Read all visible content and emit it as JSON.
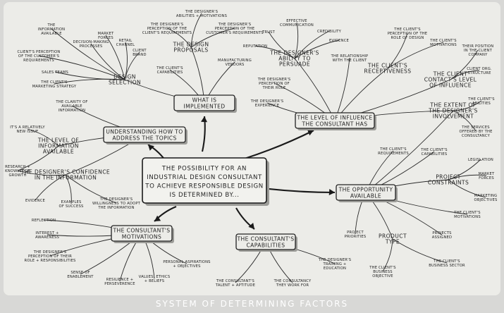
{
  "caption": "System of determining factors",
  "main": {
    "lines": [
      "The possibility for an",
      "industrial design consultant",
      "to achieve responsible design",
      "is determined by..."
    ]
  },
  "hubs": [
    {
      "id": "implemented",
      "lines": [
        "What is",
        "implemented"
      ]
    },
    {
      "id": "influence",
      "lines": [
        "The level of influence",
        "the consultant has"
      ]
    },
    {
      "id": "opportunity",
      "lines": [
        "The opportunity",
        "available"
      ]
    },
    {
      "id": "capabilities",
      "lines": [
        "The consultant's",
        "capabilities"
      ]
    },
    {
      "id": "motivations",
      "lines": [
        "The consultant's",
        "motivations"
      ]
    },
    {
      "id": "understanding",
      "lines": [
        "Understanding how to",
        "address the topics"
      ]
    }
  ],
  "subhubs": [
    {
      "id": "design-selection",
      "lines": [
        "Design",
        "selection"
      ]
    },
    {
      "id": "design-proposals",
      "lines": [
        "The design",
        "proposals"
      ]
    },
    {
      "id": "ability-persuade",
      "lines": [
        "The designer's",
        "ability to",
        "persuade"
      ]
    },
    {
      "id": "receptiveness",
      "lines": [
        "The client's",
        "receptiveness"
      ]
    },
    {
      "id": "contact-influence",
      "lines": [
        "The client",
        "contact's level",
        "of influence"
      ]
    },
    {
      "id": "designer-involvement",
      "lines": [
        "The extent of",
        "the designer's",
        "involvement"
      ]
    },
    {
      "id": "project-constraints",
      "lines": [
        "Project",
        "constraints"
      ]
    },
    {
      "id": "product-type",
      "lines": [
        "Product",
        "type"
      ]
    },
    {
      "id": "level-information",
      "lines": [
        "The level of",
        "information",
        "available"
      ]
    },
    {
      "id": "designer-confidence",
      "lines": [
        "The designer's confidence",
        "in the information"
      ]
    }
  ],
  "leaves": [
    {
      "id": "info-available",
      "lines": [
        "The",
        "information",
        "available"
      ]
    },
    {
      "id": "market-forces",
      "lines": [
        "Market",
        "forces"
      ]
    },
    {
      "id": "decision-making",
      "lines": [
        "Decision-making",
        "processes"
      ]
    },
    {
      "id": "retail-channel",
      "lines": [
        "Retail",
        "channel"
      ]
    },
    {
      "id": "client-brand",
      "lines": [
        "Client",
        "brand"
      ]
    },
    {
      "id": "client-perception-req",
      "lines": [
        "Client's perception",
        "of the customer's",
        "requirements"
      ]
    },
    {
      "id": "sales-teams",
      "lines": [
        "Sales teams"
      ]
    },
    {
      "id": "marketing-strategy",
      "lines": [
        "The client's",
        "marketing strategy"
      ]
    },
    {
      "id": "abilities-motivations",
      "lines": [
        "The designer's",
        "abilities + motivations"
      ]
    },
    {
      "id": "designer-perception-client",
      "lines": [
        "The designer's",
        "perception of the",
        "client's requirements"
      ]
    },
    {
      "id": "designer-perception-customer",
      "lines": [
        "The designer's",
        "perception of the",
        "customer's requirements"
      ]
    },
    {
      "id": "manufacturing-vendors",
      "lines": [
        "Manufacturing",
        "vendors"
      ]
    },
    {
      "id": "client-capabilities",
      "lines": [
        "The client's",
        "capabilities"
      ]
    },
    {
      "id": "trust",
      "lines": [
        "Trust"
      ]
    },
    {
      "id": "effective-communication",
      "lines": [
        "Effective",
        "communication"
      ]
    },
    {
      "id": "credibility",
      "lines": [
        "Credibility"
      ]
    },
    {
      "id": "reputation",
      "lines": [
        "Reputation"
      ]
    },
    {
      "id": "evidence-top",
      "lines": [
        "Evidence"
      ]
    },
    {
      "id": "relationship",
      "lines": [
        "The relationship",
        "with the client"
      ]
    },
    {
      "id": "perception-role",
      "lines": [
        "The designer's",
        "perception of",
        "their role"
      ]
    },
    {
      "id": "designer-experience",
      "lines": [
        "The designer's",
        "experience"
      ]
    },
    {
      "id": "client-perception-role",
      "lines": [
        "The client's",
        "perception of the",
        "role of design"
      ]
    },
    {
      "id": "client-motivations-top",
      "lines": [
        "The client's",
        "motivations"
      ]
    },
    {
      "id": "position-company",
      "lines": [
        "Their position",
        "in the client",
        "company"
      ]
    },
    {
      "id": "client-org",
      "lines": [
        "Client org.",
        "structure"
      ]
    },
    {
      "id": "client-abilities",
      "lines": [
        "The client's",
        "abilities"
      ]
    },
    {
      "id": "services-offered",
      "lines": [
        "The services",
        "offered by the",
        "consultancy"
      ]
    },
    {
      "id": "client-requirements",
      "lines": [
        "The client's",
        "requirements"
      ]
    },
    {
      "id": "client-capabilities-2",
      "lines": [
        "The client's",
        "capabilities"
      ]
    },
    {
      "id": "legislation",
      "lines": [
        "Legislation"
      ]
    },
    {
      "id": "market-forces-2",
      "lines": [
        "Market",
        "forces"
      ]
    },
    {
      "id": "marketing-objectives",
      "lines": [
        "Marketing",
        "objectives"
      ]
    },
    {
      "id": "client-motivations-2",
      "lines": [
        "The client's",
        "motivations"
      ]
    },
    {
      "id": "projects-assigned",
      "lines": [
        "Projects",
        "assigned"
      ]
    },
    {
      "id": "project-priorities",
      "lines": [
        "Project",
        "priorities"
      ]
    },
    {
      "id": "client-business-objective",
      "lines": [
        "The client's",
        "business",
        "objective"
      ]
    },
    {
      "id": "client-business-sector",
      "lines": [
        "The client's",
        "business sector"
      ]
    },
    {
      "id": "training-education",
      "lines": [
        "The designer's",
        "training +",
        "education"
      ]
    },
    {
      "id": "consultancy-work",
      "lines": [
        "The consultancy",
        "they work for"
      ]
    },
    {
      "id": "talent-aptitude",
      "lines": [
        "The consultant's",
        "talent + aptitude"
      ]
    },
    {
      "id": "personal-aspirations",
      "lines": [
        "Personal aspirations",
        "+ objectives"
      ]
    },
    {
      "id": "values-ethics",
      "lines": [
        "Values, ethics",
        "+ beliefs"
      ]
    },
    {
      "id": "resilience",
      "lines": [
        "Resilience +",
        "perseverence"
      ]
    },
    {
      "id": "sense-enablement",
      "lines": [
        "Sense of",
        "enablement"
      ]
    },
    {
      "id": "perception-responsibilities",
      "lines": [
        "The designer's",
        "perception of their",
        "role + responsibilities"
      ]
    },
    {
      "id": "interest-awareness",
      "lines": [
        "Interest +",
        "awareness"
      ]
    },
    {
      "id": "reflection",
      "lines": [
        "Reflection"
      ]
    },
    {
      "id": "clarity-info",
      "lines": [
        "The clarity of",
        "available",
        "information"
      ]
    },
    {
      "id": "new-issue",
      "lines": [
        "It's a relatively",
        "new issue"
      ]
    },
    {
      "id": "research-knowledge",
      "lines": [
        "Research +",
        "knowledge",
        "growth"
      ]
    },
    {
      "id": "evidence-left",
      "lines": [
        "Evidence"
      ]
    },
    {
      "id": "examples-success",
      "lines": [
        "Examples",
        "of success"
      ]
    },
    {
      "id": "willingness-adopt",
      "lines": [
        "The designer's",
        "willingness to adopt",
        "the information"
      ]
    }
  ]
}
